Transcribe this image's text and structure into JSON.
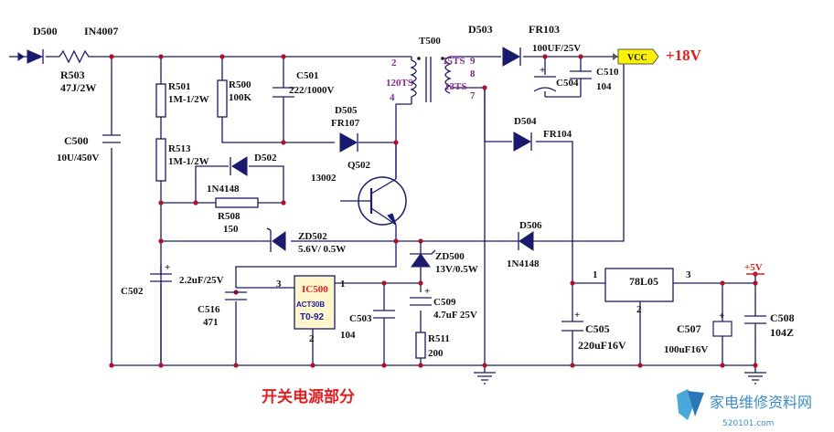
{
  "labels": {
    "d500": "D500",
    "in4007": "IN4007",
    "r503": "R503",
    "r503v": "47J/2W",
    "r501": "R501",
    "r501v": "1M-1/2W",
    "r500": "R500",
    "r500v": "100K",
    "c501": "C501",
    "c501v": "222/1000V",
    "t500": "T500",
    "p2": "2",
    "p120": "120TS",
    "p4": "4",
    "p15": "15TS",
    "p9": "9",
    "p8": "8",
    "p13": "13TS",
    "p7": "7",
    "d503": "D503",
    "fr103": "FR103",
    "c100": "100UF/25V",
    "vcc": "VCC",
    "v18": "+18V",
    "c510": "C510",
    "c510v": "104",
    "c504": "C504",
    "c500": "C500",
    "c500v": "10U/450V",
    "r513": "R513",
    "r513v": "1M-1/2W",
    "d505": "D505",
    "fr107": "FR107",
    "q502": "Q502",
    "q502v": "13002",
    "d502": "D502",
    "d502v": "1N4148",
    "d504": "D504",
    "fr104": "FR104",
    "r508": "R508",
    "r508v": "150",
    "zd502": "ZD502",
    "zd502v": "5.6V/ 0.5W",
    "zd500": "ZD500",
    "zd500v": "13V/0.5W",
    "d506": "D506",
    "d506v": "1N4148",
    "c502": "C502",
    "c502v": "2.2uF/25V",
    "c516": "C516",
    "c516v": "471",
    "ic500": "IC500",
    "ic500a": "ACT30B",
    "ic500b": "T0-92",
    "ic3": "3",
    "ic1": "1",
    "ic2": "2",
    "c503": "C503",
    "c503v": "104",
    "c509": "C509",
    "c509v": "4.7uF 25V",
    "r511": "R511",
    "r511v": "200",
    "reg": "78L05",
    "reg1": "1",
    "reg2": "2",
    "reg3": "3",
    "v5": "+5V",
    "c505": "C505",
    "c505v": "220uF16V",
    "c507": "C507",
    "c507v": "100uF16V",
    "c508": "C508",
    "c508v": "104Z",
    "title": "开关电源部分",
    "wm": "家电维修资料网",
    "wmurl": "520101.com"
  },
  "colors": {
    "wire": "#1a1a6e",
    "node": "#b0102a",
    "accent": "#e02020",
    "ic_fill": "#fff6cc"
  }
}
